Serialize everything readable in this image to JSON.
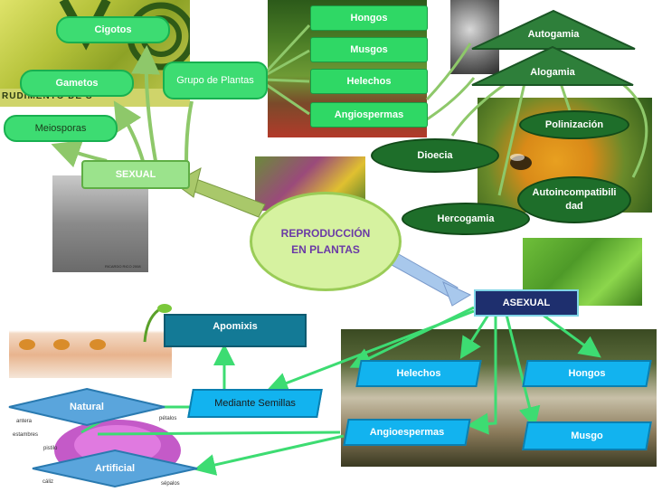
{
  "center": {
    "line1": "REPRODUCCIÓN",
    "line2": "EN PLANTAS"
  },
  "sexual": {
    "label": "SEXUAL"
  },
  "sexual_children": {
    "cigotos": "Cigotos",
    "gametos": "Gametos",
    "meiosporas": "Meiosporas",
    "grupo_plantas": "Grupo de Plantas"
  },
  "plant_groups": [
    "Hongos",
    "Musgos",
    "Helechos",
    "Angiospermas"
  ],
  "pollination": {
    "autogamia": "Autogamia",
    "alogamia": "Alogamia",
    "polinizacion": "Polinización",
    "dioecia": "Dioecia",
    "autoincompatibilidad_1": "Autoincompatibili",
    "autoincompatibilidad_2": "dad",
    "hercogamia": "Hercogamia"
  },
  "asexual": {
    "label": "ASEXUAL",
    "apomixis": "Apomixis",
    "semillas": "Mediante Semillas",
    "natural": "Natural",
    "artificial": "Artificial",
    "helechos": "Helechos",
    "hongos": "Hongos",
    "angioespermas": "Angioespermas",
    "musgo": "Musgo"
  },
  "flower_labels": {
    "antera": "antera",
    "estambres": "estambres",
    "pistilo": "pistilo",
    "caliz": "cáliz",
    "petalos": "pétalos",
    "sepalos": "sépalos"
  },
  "logo_text": "RUDIMENTO DE S",
  "photo_caption": "RICARDO RICO 2008",
  "colors": {
    "light_green": "#3ddc72",
    "dark_green": "#1e6e2a",
    "cyan": "#12b3ef",
    "navy": "#1e2f6e",
    "teal": "#137a96",
    "violet": "#6a3aa6"
  }
}
